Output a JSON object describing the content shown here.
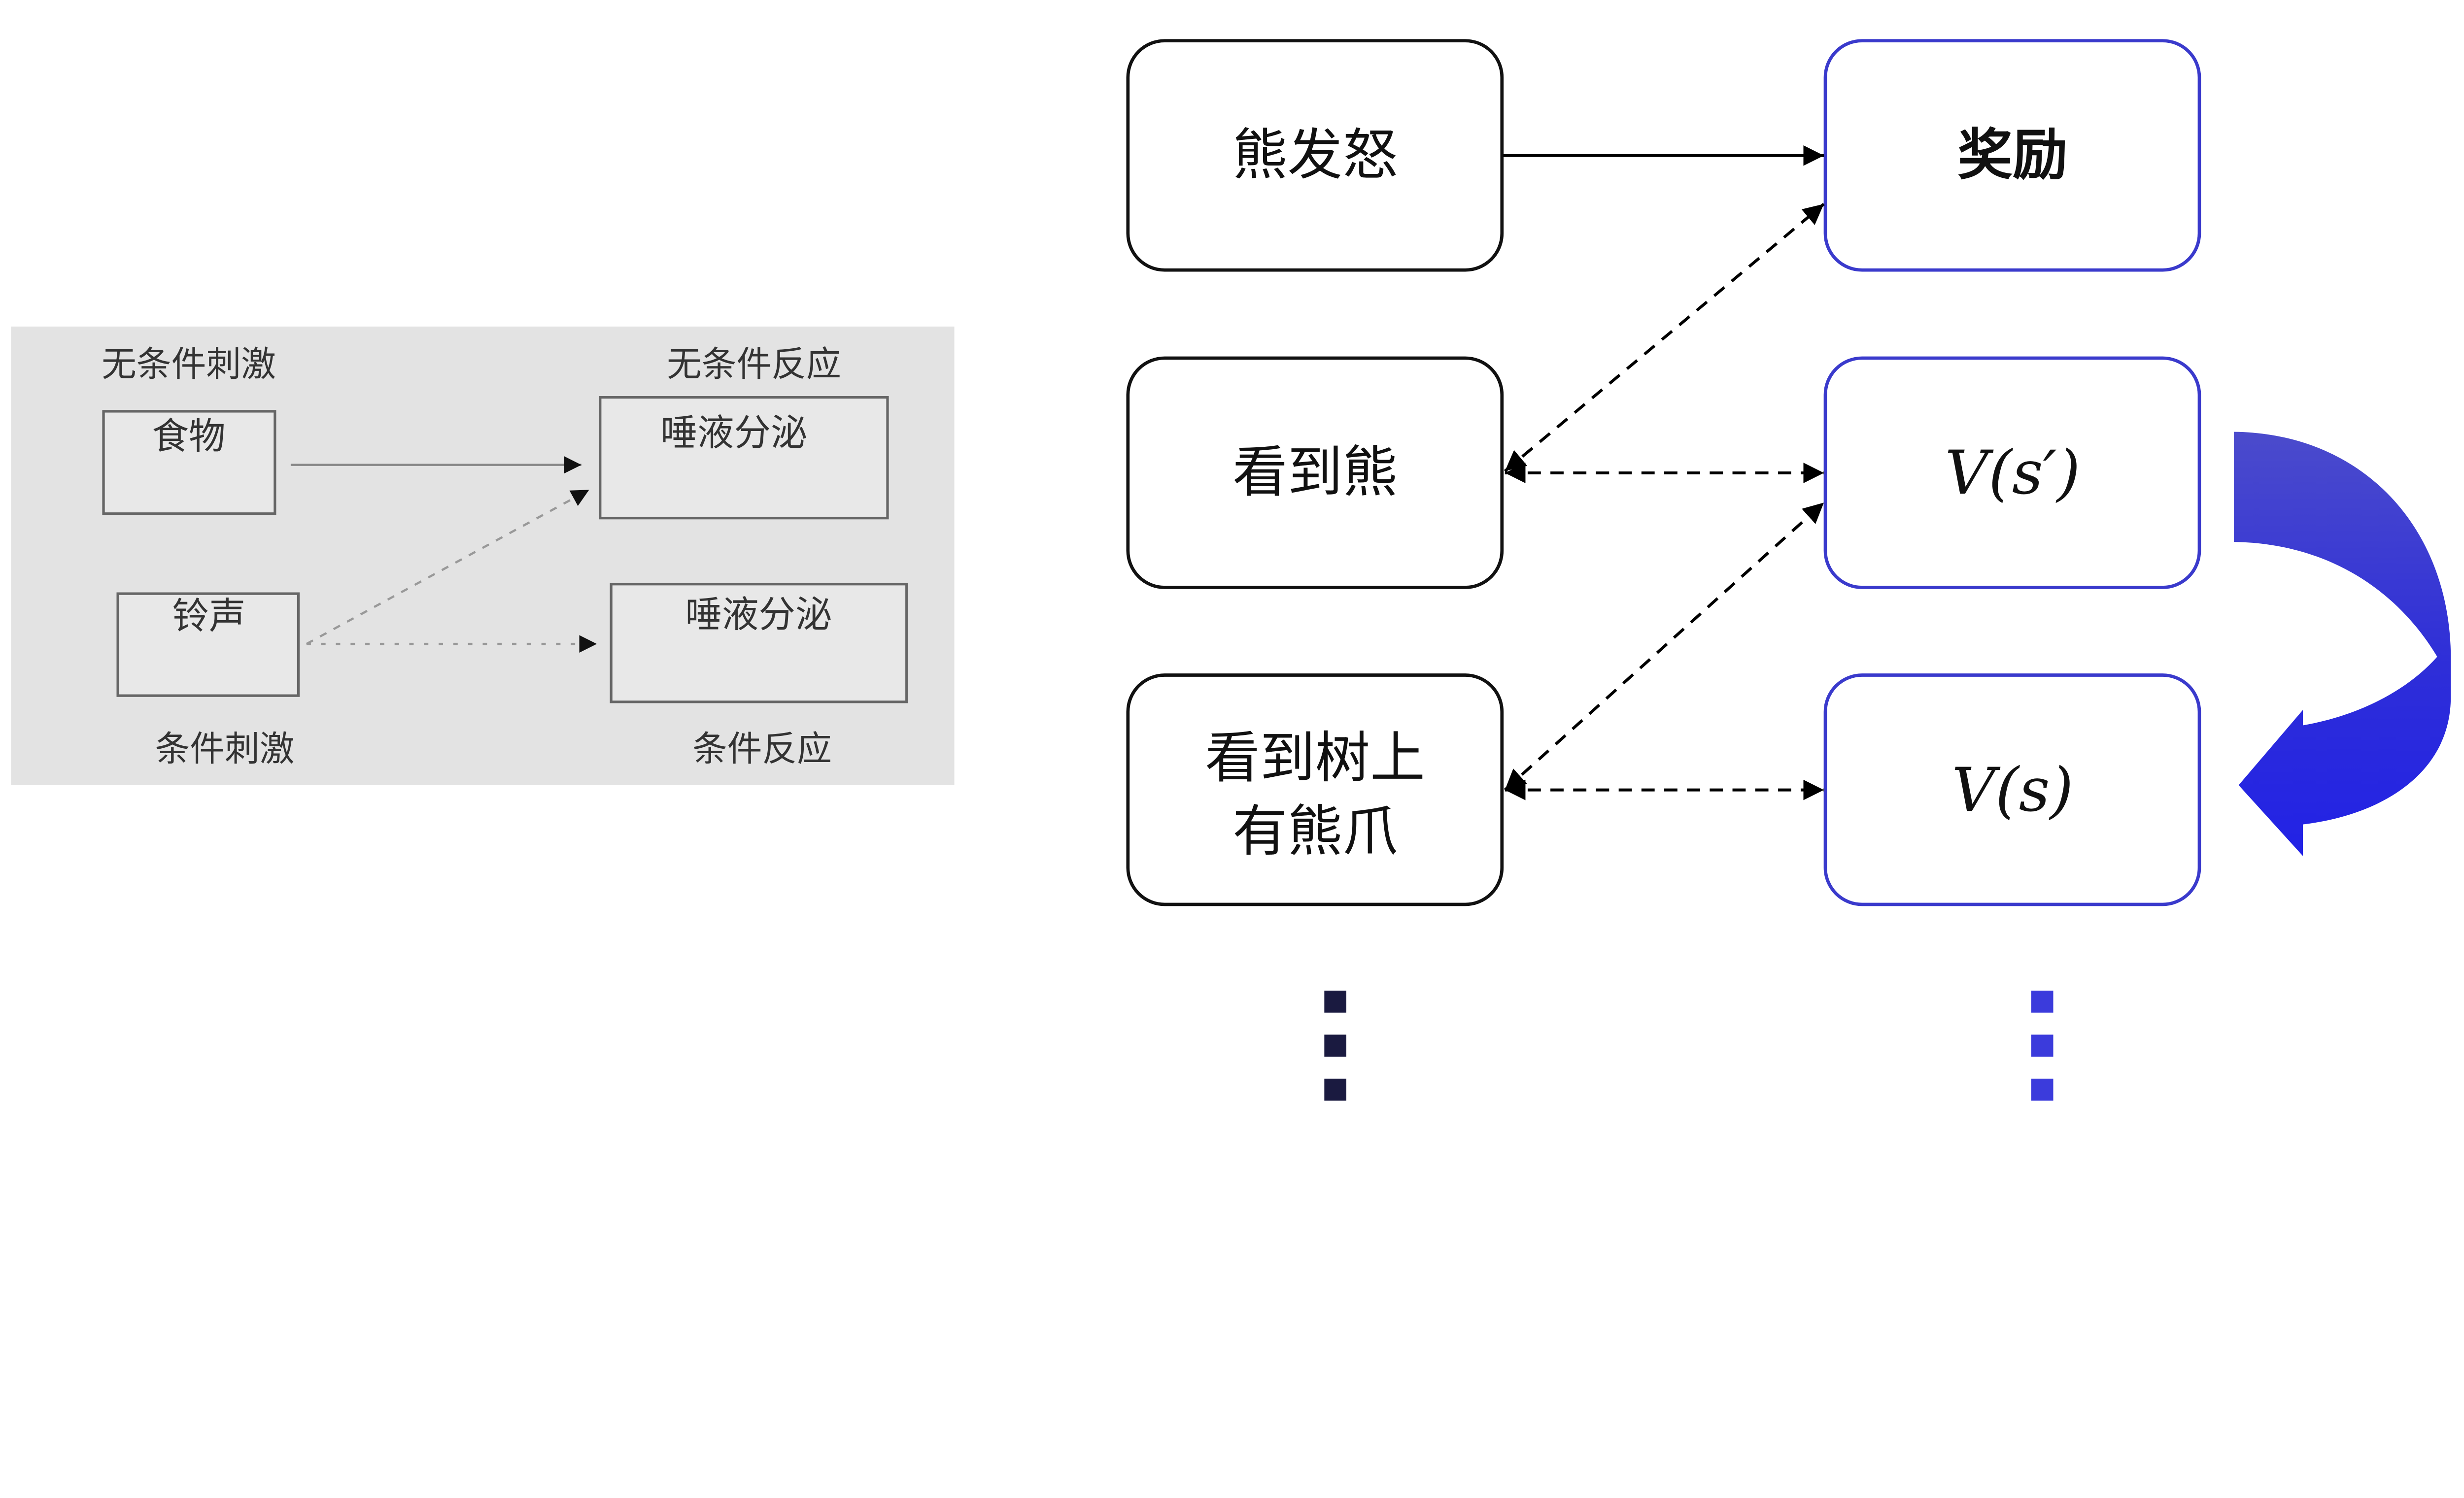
{
  "left_diagram": {
    "label_unconditioned_stimulus": "无条件刺激",
    "label_unconditioned_response": "无条件反应",
    "label_conditioned_stimulus": "条件刺激",
    "label_conditioned_response": "条件反应",
    "box_food": "食物",
    "box_salivation_top": "唾液分泌",
    "box_bell": "铃声",
    "box_salivation_bottom": "唾液分泌",
    "background_color": "#e3e3e3"
  },
  "right_diagram": {
    "states": [
      "熊发怒",
      "看到熊",
      "看到树上",
      "有熊爪"
    ],
    "values": [
      "奖励",
      "V(s′)",
      "V(s)"
    ],
    "state_box_color": "#111111",
    "value_box_color": "#3a3acc",
    "curved_arrow_color": "#2a2ae0",
    "left_ellipsis_color": "#1a1a40",
    "right_ellipsis_color": "#3b3bdc"
  }
}
